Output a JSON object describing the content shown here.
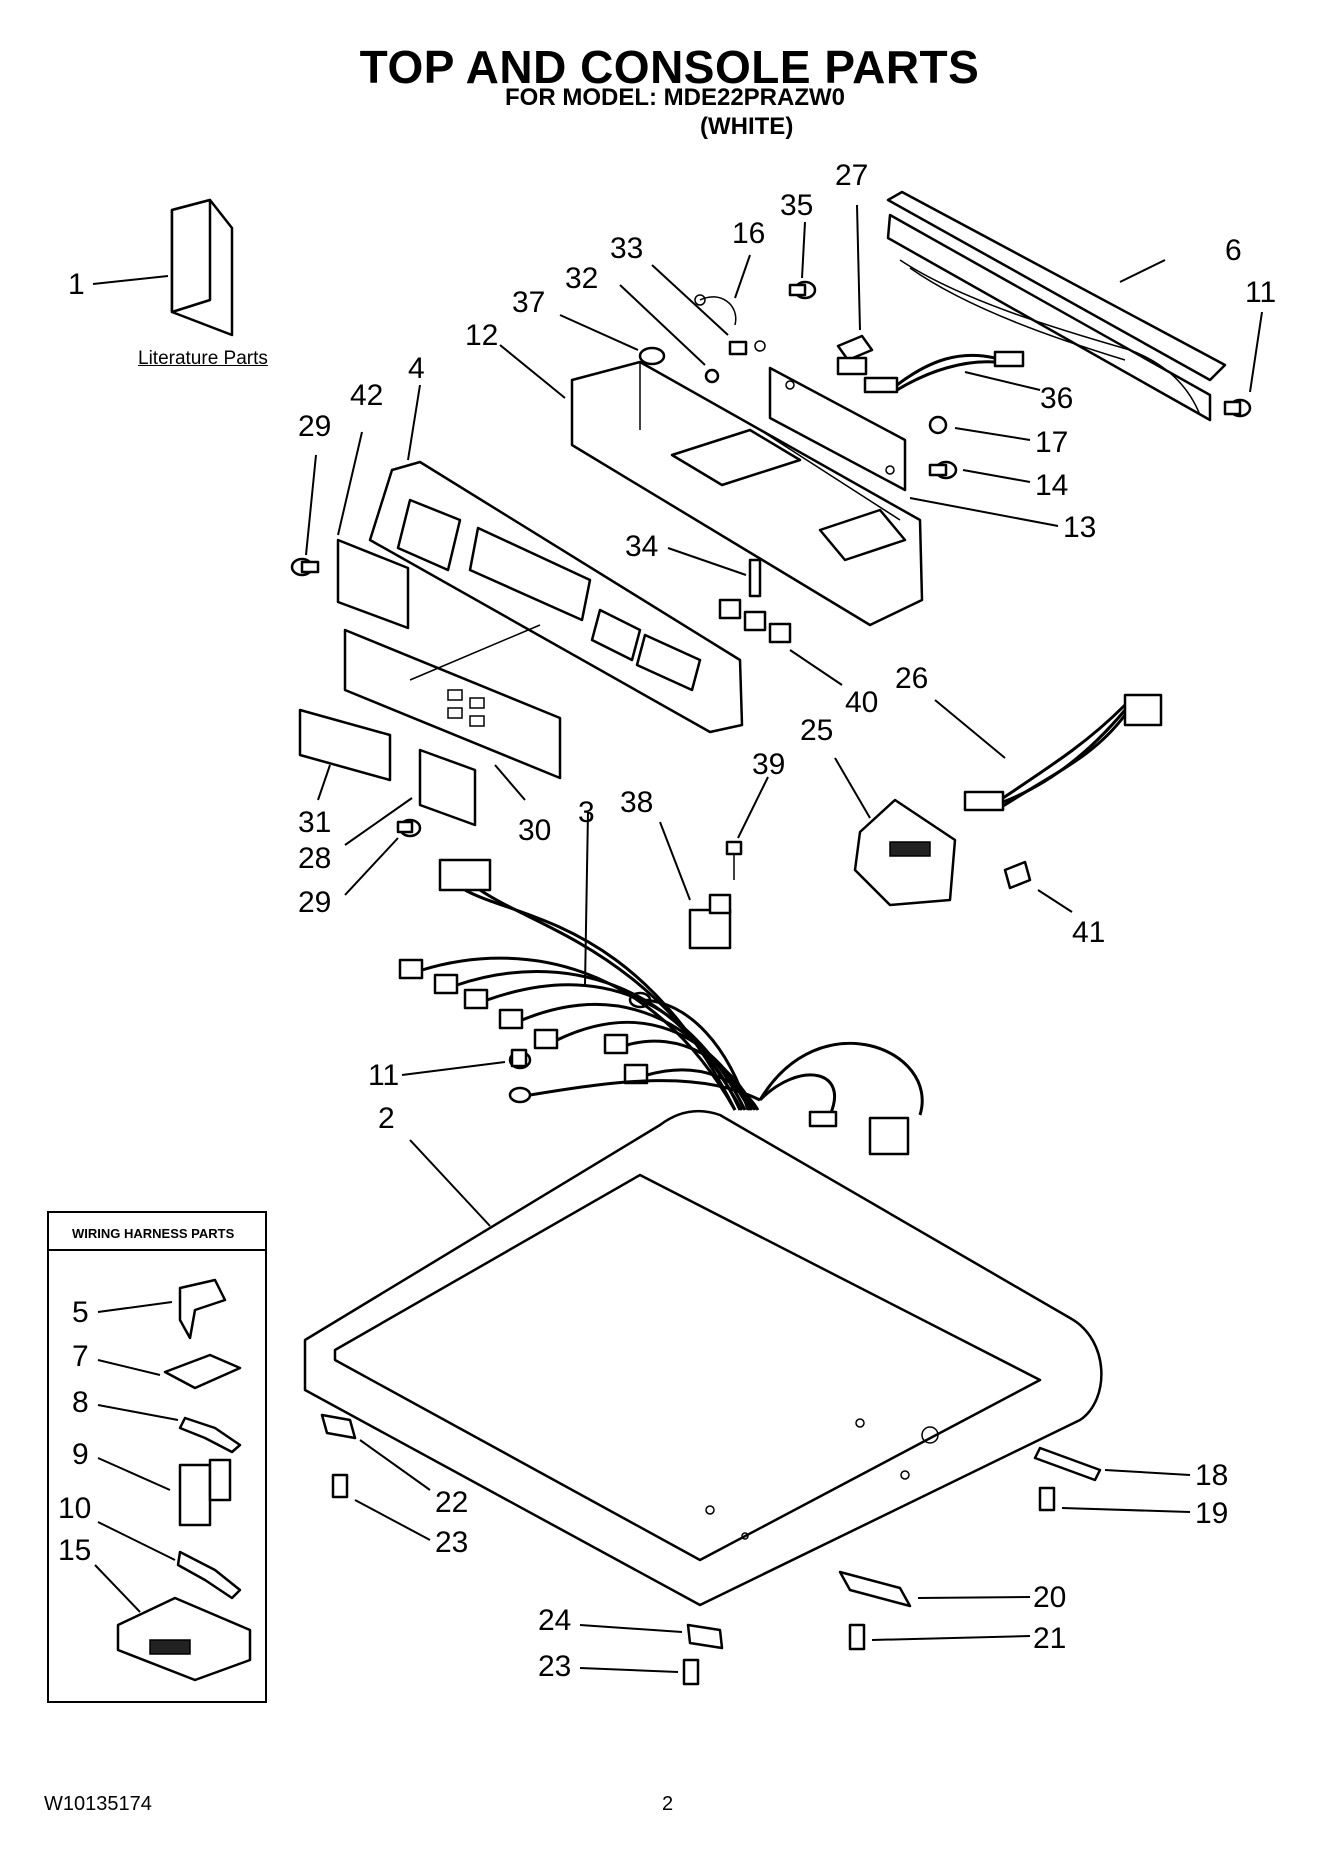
{
  "header": {
    "title": "TOP AND CONSOLE PARTS",
    "model_line": "FOR MODEL: MDE22PRAZW0",
    "color_line": "(WHITE)"
  },
  "literature_label": "Literature Parts",
  "wiring_box_title": "WIRING HARNESS PARTS",
  "footer": {
    "doc_number": "W10135174",
    "page_number": "2"
  },
  "callouts": {
    "c1": "1",
    "c2": "2",
    "c3": "3",
    "c4": "4",
    "c5": "5",
    "c6": "6",
    "c7": "7",
    "c8": "8",
    "c9": "9",
    "c10": "10",
    "c11a": "11",
    "c11b": "11",
    "c12": "12",
    "c13": "13",
    "c14": "14",
    "c15": "15",
    "c16": "16",
    "c17": "17",
    "c18": "18",
    "c19": "19",
    "c20": "20",
    "c21": "21",
    "c22": "22",
    "c23a": "23",
    "c23b": "23",
    "c24": "24",
    "c25": "25",
    "c26": "26",
    "c27": "27",
    "c28": "28",
    "c29a": "29",
    "c29b": "29",
    "c30": "30",
    "c31": "31",
    "c32": "32",
    "c33": "33",
    "c34": "34",
    "c35": "35",
    "c36": "36",
    "c37": "37",
    "c38": "38",
    "c39": "39",
    "c40": "40",
    "c41": "41",
    "c42": "42"
  }
}
